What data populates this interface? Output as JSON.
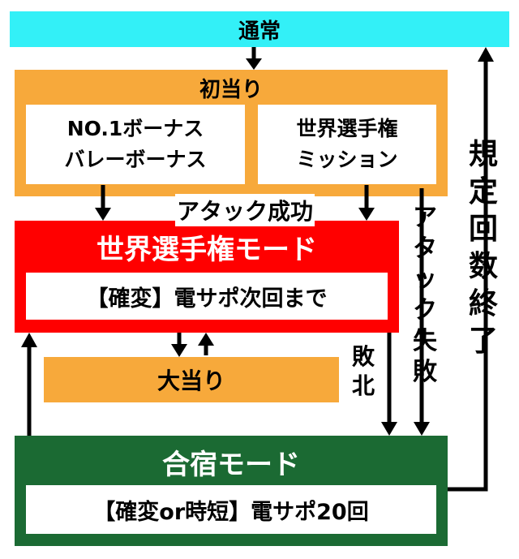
{
  "colors": {
    "normal": "#33f0f7",
    "first_hit": "#f7a93b",
    "world_mode": "#ff0000",
    "camp_mode": "#1b6a33",
    "arrow": "#000000"
  },
  "nodes": {
    "normal": "通常",
    "first_hit": "初当り",
    "bonus_a_line1": "NO.1ボーナス",
    "bonus_a_line2": "バレーボーナス",
    "bonus_b_line1": "世界選手権",
    "bonus_b_line2": "ミッション",
    "world_mode_title": "世界選手権モード",
    "world_mode_detail": "【確変】電サポ次回まで",
    "big_hit": "大当り",
    "camp_mode_title": "合宿モード",
    "camp_mode_detail": "【確変or時短】電サポ20回"
  },
  "edges": {
    "attack_success": "アタック成功",
    "attack_fail": "アタック失敗",
    "defeat": "敗北",
    "limit_reached": "規定回数終了"
  }
}
